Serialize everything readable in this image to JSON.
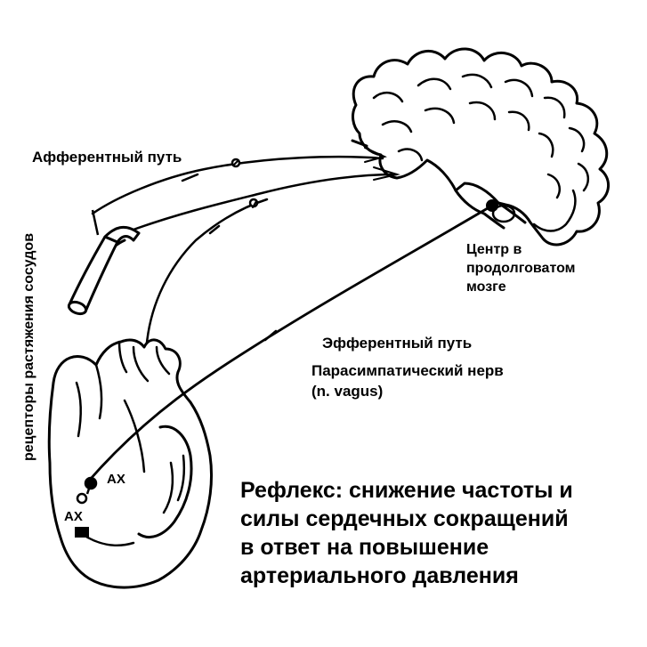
{
  "labels": {
    "afferent_path": "Афферентный путь",
    "efferent_path": "Эфферентный путь",
    "parasympathetic_nerve": "Парасимпатический нерв",
    "nerve_latin": "(n. vagus)",
    "center_line1": "Центр в",
    "center_line2": "продолговатом",
    "center_line3": "мозге",
    "receptors": "рецепторы растяжения сосудов",
    "ax_upper": "АХ",
    "ax_lower": "АХ"
  },
  "caption": {
    "line1": "Рефлекс: снижение частоты и",
    "line2": "силы сердечных сокращений",
    "line3": "в ответ на повышение",
    "line4": "артериального давления"
  }
}
